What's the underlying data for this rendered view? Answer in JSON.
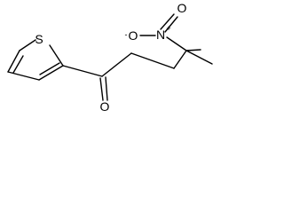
{
  "structure": {
    "atoms": {
      "sulfur": "S",
      "carbonyl_oxygen": "O",
      "nitro_nitrogen": "N",
      "nitro_oxygen_double": "O",
      "nitro_oxygen_single": "O"
    },
    "charges": {
      "nitro_nitrogen": "+",
      "nitro_oxygen_single": "-"
    }
  },
  "colors": {
    "bond": "#000000",
    "label": "#000000",
    "background": "#ffffff"
  }
}
